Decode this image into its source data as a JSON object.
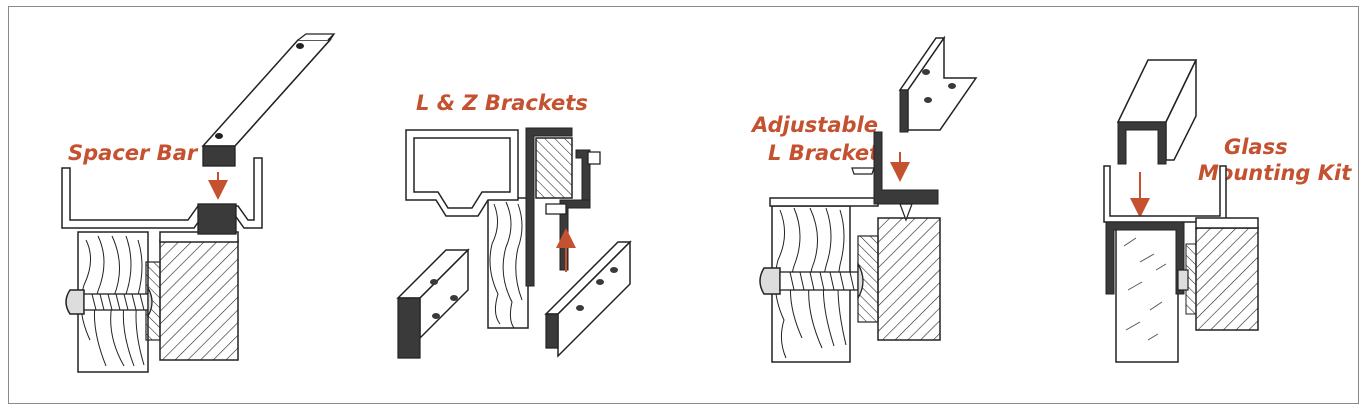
{
  "labels": {
    "spacer_bar": "Spacer Bar",
    "lz_brackets": "L & Z Brackets",
    "adjustable_line1": "Adjustable",
    "adjustable_line2": "L Bracket",
    "glass_line1": "Glass",
    "glass_line2": "Mounting Kit"
  },
  "colors": {
    "accent": "#c4512f",
    "outline": "#222222",
    "metal": "#3a3a3a",
    "frame": "#8a8a8a"
  }
}
